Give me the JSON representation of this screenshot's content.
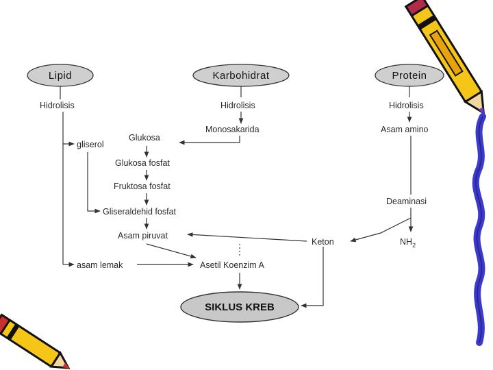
{
  "diagram": {
    "sources": {
      "lipid": "Lipid",
      "karbohidrat": "Karbohidrat",
      "protein": "Protein"
    },
    "lipid_branch": {
      "hidrolisis": "Hidrolisis",
      "gliserol": "gliserol",
      "asam_lemak": "asam lemak"
    },
    "karbohidrat_branch": {
      "hidrolisis": "Hidrolisis",
      "monosakarida": "Monosakarida",
      "glukosa": "Glukosa",
      "glukosa_fosfat": "Glukosa fosfat",
      "fruktosa_fosfat": "Fruktosa fosfat",
      "gliseraldehid_fosfat": "Gliseraldehid fosfat",
      "asam_piruvat": "Asam piruvat",
      "asetil_koenzim_a": "Asetil Koenzim A"
    },
    "protein_branch": {
      "hidrolisis": "Hidrolisis",
      "asam_amino": "Asam amino",
      "deaminasi": "Deaminasi",
      "keton": "Keton",
      "nh2": "NH",
      "nh2_sub": "2"
    },
    "target": "SIKLUS KREB"
  }
}
